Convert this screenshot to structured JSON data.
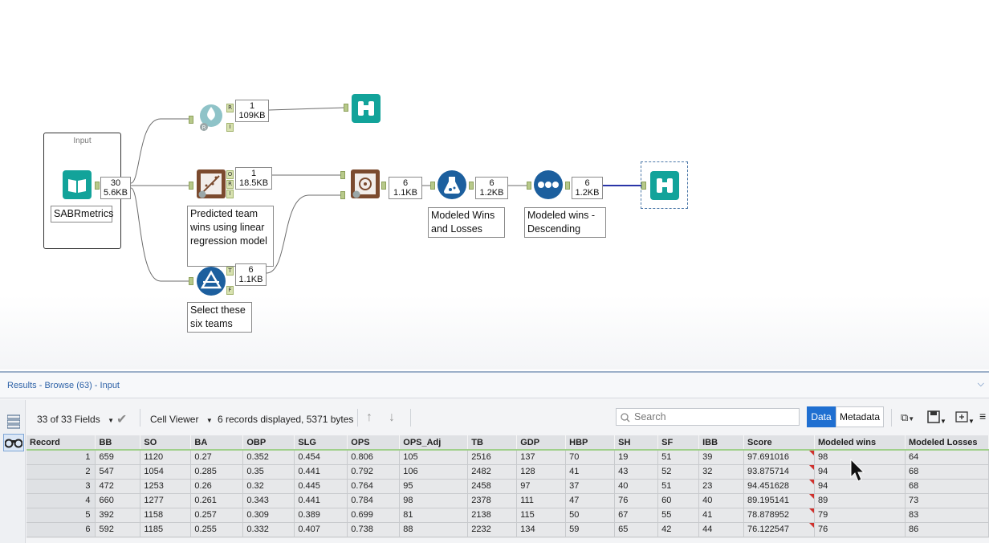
{
  "canvas": {
    "container_title": "Input",
    "tools": [
      {
        "id": "input",
        "icon": "book-icon",
        "color": "#12a39a"
      },
      {
        "id": "linreg",
        "icon": "regression-icon",
        "color": "#7b4a2e"
      },
      {
        "id": "r-tool",
        "icon": "r-drop-icon",
        "color": "#8fc3c8"
      },
      {
        "id": "filter",
        "icon": "filter-icon",
        "color": "#1c5f9e"
      },
      {
        "id": "score",
        "icon": "score-icon",
        "color": "#7b4a2e"
      },
      {
        "id": "formula",
        "icon": "formula-flask-icon",
        "color": "#1c5f9e"
      },
      {
        "id": "sort",
        "icon": "sort-dots-icon",
        "color": "#1c5f9e"
      },
      {
        "id": "browse",
        "icon": "binoculars-icon",
        "color": "#12a39a"
      }
    ],
    "badges": {
      "input": [
        "30",
        "5.6KB"
      ],
      "rtool": [
        "1",
        "109KB"
      ],
      "linreg": [
        "1",
        "18.5KB"
      ],
      "filter": [
        "6",
        "1.1KB"
      ],
      "score": [
        "6",
        "1.1KB"
      ],
      "formula": [
        "6",
        "1.2KB"
      ],
      "sort": [
        "6",
        "1.2KB"
      ]
    },
    "captions": {
      "input": "SABRmetrics",
      "linreg": "Predicted team wins using linear regression model",
      "filter": "Select these six teams",
      "formula": "Modeled Wins and Losses",
      "sort": "Modeled wins - Descending"
    },
    "anchor_letters": {
      "r_top": "R",
      "r_bottom": "I",
      "o": "O",
      "r": "R",
      "i": "I",
      "t": "T",
      "f": "F"
    }
  },
  "results": {
    "title": "Results - Browse (63) - Input",
    "fields": "33 of 33 Fields",
    "viewer": "Cell Viewer",
    "records": "6 records displayed, 5371 bytes",
    "search_placeholder": "Search",
    "data_label": "Data",
    "metadata_label": "Metadata",
    "columns": [
      "Record",
      "BB",
      "SO",
      "BA",
      "OBP",
      "SLG",
      "OPS",
      "OPS_Adj",
      "TB",
      "GDP",
      "HBP",
      "SH",
      "SF",
      "IBB",
      "Score",
      "Modeled wins",
      "Modeled Losses"
    ],
    "rows": [
      [
        "1",
        "659",
        "1120",
        "0.27",
        "0.352",
        "0.454",
        "0.806",
        "105",
        "2516",
        "137",
        "70",
        "19",
        "51",
        "39",
        "97.691016",
        "98",
        "64"
      ],
      [
        "2",
        "547",
        "1054",
        "0.285",
        "0.35",
        "0.441",
        "0.792",
        "106",
        "2482",
        "128",
        "41",
        "43",
        "52",
        "32",
        "93.875714",
        "94",
        "68"
      ],
      [
        "3",
        "472",
        "1253",
        "0.26",
        "0.32",
        "0.445",
        "0.764",
        "95",
        "2458",
        "97",
        "37",
        "40",
        "51",
        "23",
        "94.451628",
        "94",
        "68"
      ],
      [
        "4",
        "660",
        "1277",
        "0.261",
        "0.343",
        "0.441",
        "0.784",
        "98",
        "2378",
        "111",
        "47",
        "76",
        "60",
        "40",
        "89.195141",
        "89",
        "73"
      ],
      [
        "5",
        "392",
        "1158",
        "0.257",
        "0.309",
        "0.389",
        "0.699",
        "81",
        "2138",
        "115",
        "50",
        "67",
        "55",
        "41",
        "78.878952",
        "79",
        "83"
      ],
      [
        "6",
        "592",
        "1185",
        "0.255",
        "0.332",
        "0.407",
        "0.738",
        "88",
        "2232",
        "134",
        "59",
        "65",
        "42",
        "44",
        "76.122547",
        "76",
        "86"
      ]
    ]
  }
}
